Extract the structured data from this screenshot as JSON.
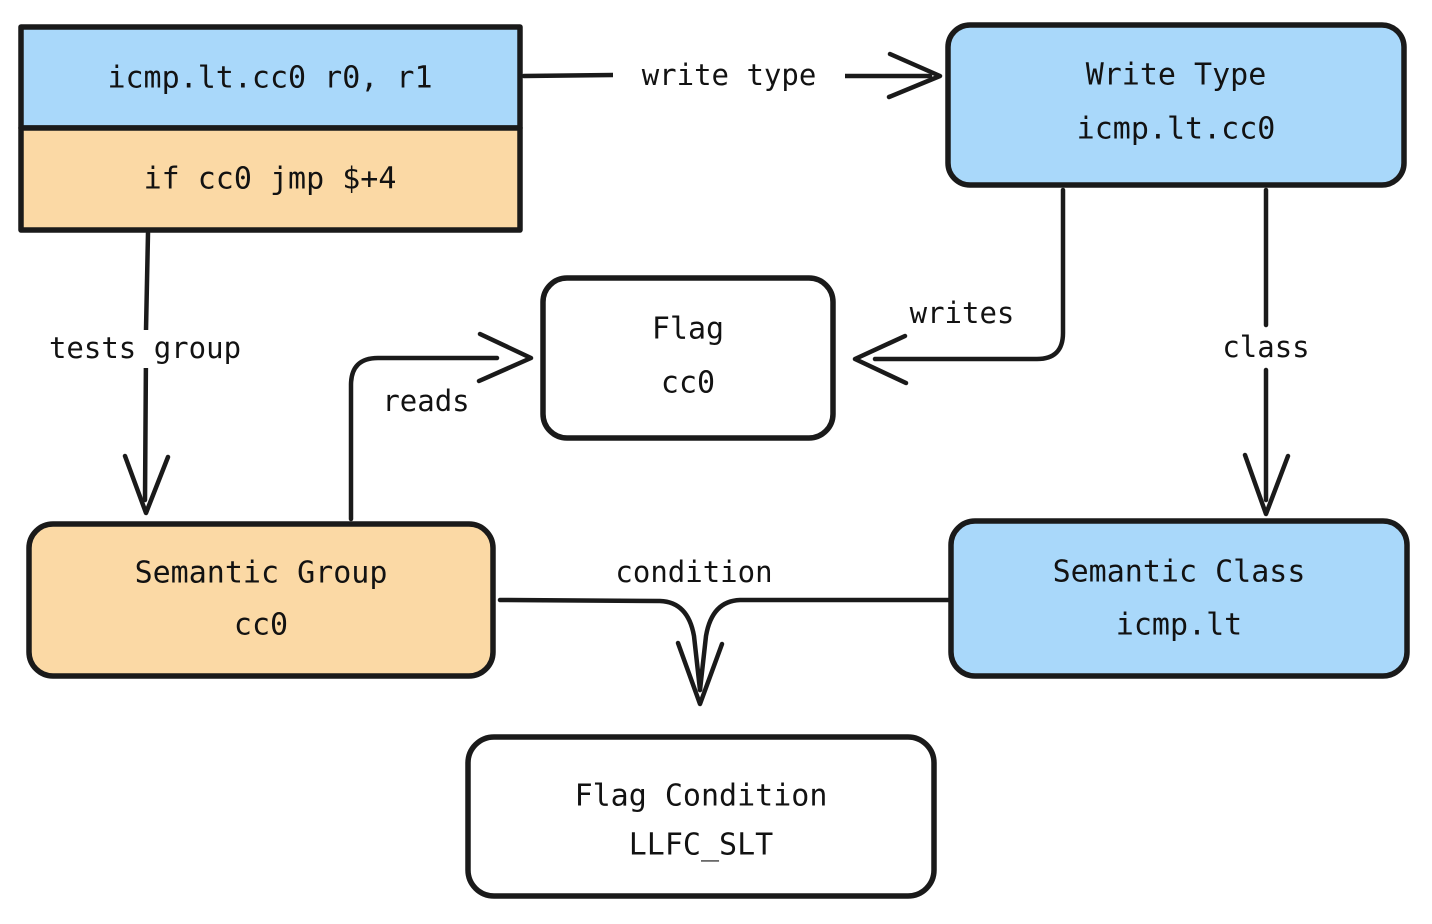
{
  "diagram": {
    "type": "flow-diagram",
    "background_color": "#ffffff",
    "stroke_color": "#1a1a1a",
    "colors": {
      "blue_fill": "#a9d8fa",
      "orange_fill": "#fbd9a5",
      "white_fill": "#ffffff"
    },
    "nodes": [
      {
        "id": "instruction-box",
        "shape": "split-rect",
        "rows": [
          {
            "id": "instruction-compare",
            "text": "icmp.lt.cc0 r0, r1",
            "fill": "#a9d8fa"
          },
          {
            "id": "instruction-branch",
            "text": "if cc0 jmp $+4",
            "fill": "#fbd9a5"
          }
        ]
      },
      {
        "id": "write-type",
        "shape": "rounded-rect",
        "fill": "#a9d8fa",
        "title": "Write Type",
        "subtitle": "icmp.lt.cc0"
      },
      {
        "id": "flag",
        "shape": "rounded-rect",
        "fill": "#ffffff",
        "title": "Flag",
        "subtitle": "cc0"
      },
      {
        "id": "semantic-group",
        "shape": "rounded-rect",
        "fill": "#fbd9a5",
        "title": "Semantic Group",
        "subtitle": "cc0"
      },
      {
        "id": "semantic-class",
        "shape": "rounded-rect",
        "fill": "#a9d8fa",
        "title": "Semantic Class",
        "subtitle": "icmp.lt"
      },
      {
        "id": "flag-condition",
        "shape": "rounded-rect",
        "fill": "#ffffff",
        "title": "Flag Condition",
        "subtitle": "LLFC_SLT"
      }
    ],
    "edges": [
      {
        "id": "edge-write-type",
        "label": "write type",
        "from": "instruction-compare",
        "to": "write-type"
      },
      {
        "id": "edge-tests-group",
        "label": "tests group",
        "from": "instruction-branch",
        "to": "semantic-group"
      },
      {
        "id": "edge-reads",
        "label": "reads",
        "from": "semantic-group",
        "to": "flag"
      },
      {
        "id": "edge-writes",
        "label": "writes",
        "from": "write-type",
        "to": "flag"
      },
      {
        "id": "edge-class",
        "label": "class",
        "from": "write-type",
        "to": "semantic-class"
      },
      {
        "id": "edge-condition",
        "label": "condition",
        "from": "semantic-group",
        "to": "flag-condition"
      }
    ]
  }
}
